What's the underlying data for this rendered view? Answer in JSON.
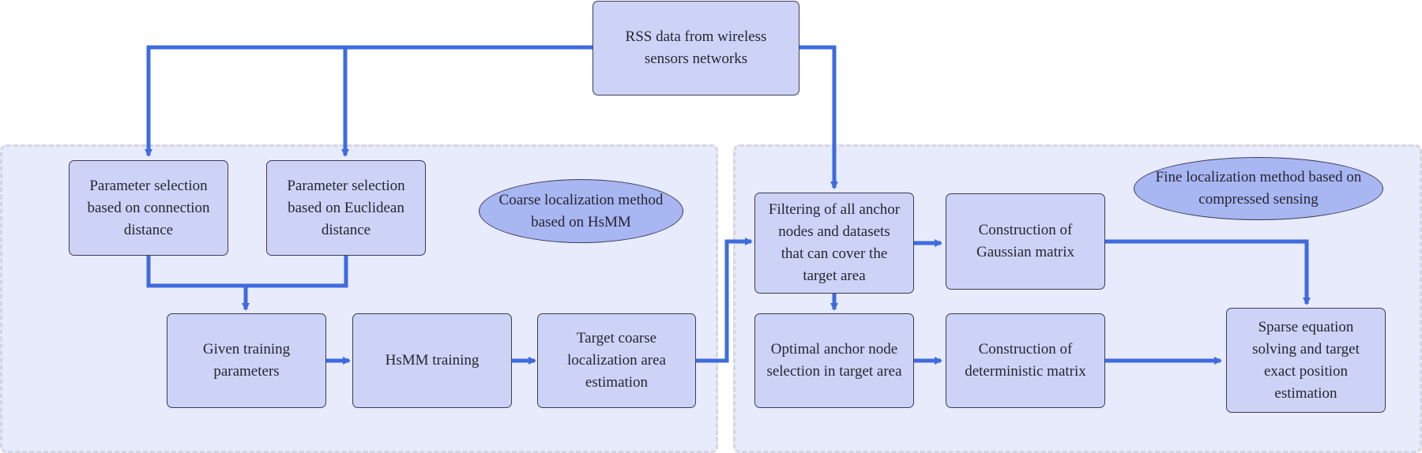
{
  "colors": {
    "region_fill": "#e8ebfb",
    "box_fill": "#ccd3f7",
    "ellipse_fill": "#a8b6f2",
    "arrow": "#3e6bde",
    "border": "#3a3d55"
  },
  "nodes": {
    "rss_data": "RSS data from wireless\nsensors networks",
    "param_connection": "Parameter selection\nbased on connection\ndistance",
    "param_euclidean": "Parameter selection\nbased on Euclidean\ndistance",
    "coarse_label": "Coarse localization method\nbased on HsMM",
    "given_training": "Given training\nparameters",
    "hsmm_training": "HsMM training",
    "target_coarse": "Target coarse\nlocalization area\nestimation",
    "filtering": "Filtering of all anchor\nnodes and datasets\nthat can cover the\ntarget area",
    "gaussian": "Construction of\nGaussian matrix",
    "fine_label": "Fine localization method based on\ncompressed sensing",
    "optimal_anchor": "Optimal anchor node\nselection in target area",
    "deterministic": "Construction of\ndeterministic matrix",
    "sparse_equation": "Sparse equation\nsolving and target\nexact position\nestimation"
  }
}
